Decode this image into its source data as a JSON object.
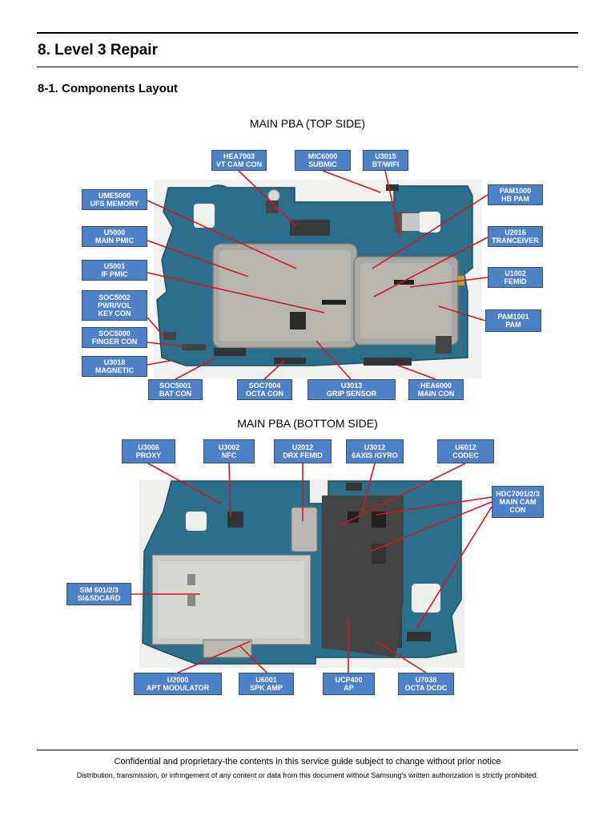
{
  "page": {
    "title": "8. Level 3 Repair",
    "subtitle": "8-1. Components Layout"
  },
  "top": {
    "title": "MAIN PBA (TOP SIDE)",
    "labels": [
      {
        "id": "hea7003",
        "l1": "HEA7003",
        "l2": "VT CAM CON"
      },
      {
        "id": "mic6000",
        "l1": "MIC6000",
        "l2": "SUBMIC"
      },
      {
        "id": "u3015",
        "l1": "U3015",
        "l2": "BT/WIFI"
      },
      {
        "id": "ume5000",
        "l1": "UME5000",
        "l2": "UFS MEMORY"
      },
      {
        "id": "pam1000",
        "l1": "PAM1000",
        "l2": "HB PAM"
      },
      {
        "id": "u5000",
        "l1": "U5000",
        "l2": "MAIN PMIC"
      },
      {
        "id": "u2016",
        "l1": "U2016",
        "l2": "TRANCEIVER"
      },
      {
        "id": "u5001",
        "l1": "U5001",
        "l2": "IF PMIC"
      },
      {
        "id": "u1002",
        "l1": "U1002",
        "l2": "FEMID"
      },
      {
        "id": "soc5002",
        "l1": "SOC5002",
        "l2": "PWR/VOL",
        "l3": "KEY CON"
      },
      {
        "id": "pam1001",
        "l1": "PAM1001",
        "l2": "PAM"
      },
      {
        "id": "soc5000",
        "l1": "SOC5000",
        "l2": "FINGER CON"
      },
      {
        "id": "u3018",
        "l1": "U3018",
        "l2": "MAGNETIC"
      },
      {
        "id": "soc5001",
        "l1": "SOC5001",
        "l2": "BAT CON"
      },
      {
        "id": "soc7004",
        "l1": "SOC7004",
        "l2": "OCTA CON"
      },
      {
        "id": "u3013",
        "l1": "U3013",
        "l2": "GRIP SENSOR"
      },
      {
        "id": "hea6000",
        "l1": "HEA6000",
        "l2": "MAIN CON"
      }
    ]
  },
  "bottom": {
    "title": "MAIN PBA (BOTTOM SIDE)",
    "labels": [
      {
        "id": "u3006",
        "l1": "U3006",
        "l2": "PROXY"
      },
      {
        "id": "u3002",
        "l1": "U3002",
        "l2": "NFC"
      },
      {
        "id": "u2012",
        "l1": "U2012",
        "l2": "DRX FEMID"
      },
      {
        "id": "u3012",
        "l1": "U3012",
        "l2": "6AXIS /GYRO"
      },
      {
        "id": "u6012",
        "l1": "U6012",
        "l2": "CODEC"
      },
      {
        "id": "hdc7001",
        "l1": "HDC7001/2/3",
        "l2": "MAIN CAM",
        "l3": "CON"
      },
      {
        "id": "sim601",
        "l1": "SIM 601/2/3",
        "l2": "SI&SDCARD"
      },
      {
        "id": "u2000",
        "l1": "U2000",
        "l2": "APT MODULATOR"
      },
      {
        "id": "u6001",
        "l1": "U6001",
        "l2": "SPK AMP"
      },
      {
        "id": "ucp400",
        "l1": "UCP400",
        "l2": "AP"
      },
      {
        "id": "u7038",
        "l1": "U7038",
        "l2": "OCTA DCDC"
      }
    ]
  },
  "footer": {
    "line1": "Confidential and proprietary-the contents in this service guide subject to change without prior notice",
    "line2": "Distribution, transmission, or infringement of any content or data from this document without Samsung's written authorization is strictly prohibited."
  },
  "colors": {
    "callout_fill": "#4f81c7",
    "callout_border": "#2e4f7a",
    "leader_line": "#d0181e",
    "pcb_blue": "#2b6f8c",
    "shield_metal": "#a9a8a3"
  }
}
